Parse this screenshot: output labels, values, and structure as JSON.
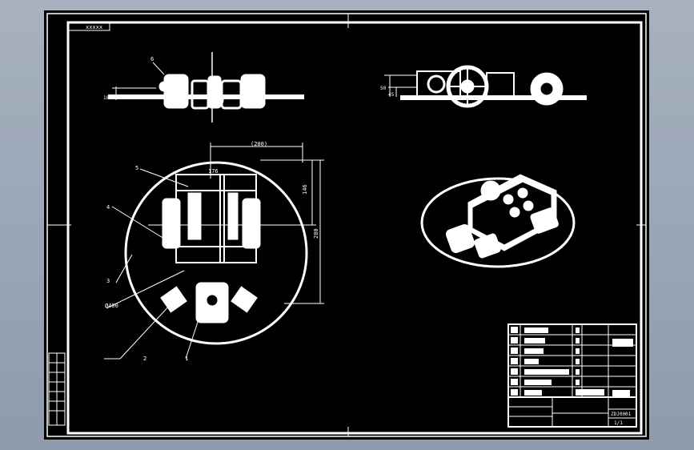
{
  "drawing": {
    "corner_code": "xxxxx",
    "front_view": {
      "part_label": "6",
      "dim_height": "18.5"
    },
    "side_view": {
      "dim_a": "50",
      "dim_b": "45"
    },
    "plan_view": {
      "dim_width_total": "(200)",
      "dim_width_inner": "176",
      "dim_height_inner": "146",
      "dim_height_total": "280",
      "diameter": "Ø400",
      "part_labels": [
        "5",
        "4",
        "3",
        "2",
        "1"
      ]
    }
  },
  "title_block": {
    "table_no": "ZDJ0001",
    "sheet": "1/1"
  },
  "colors": {
    "background": "#000000",
    "lines": "#ffffff",
    "frame_outer": "#8e9bad"
  }
}
